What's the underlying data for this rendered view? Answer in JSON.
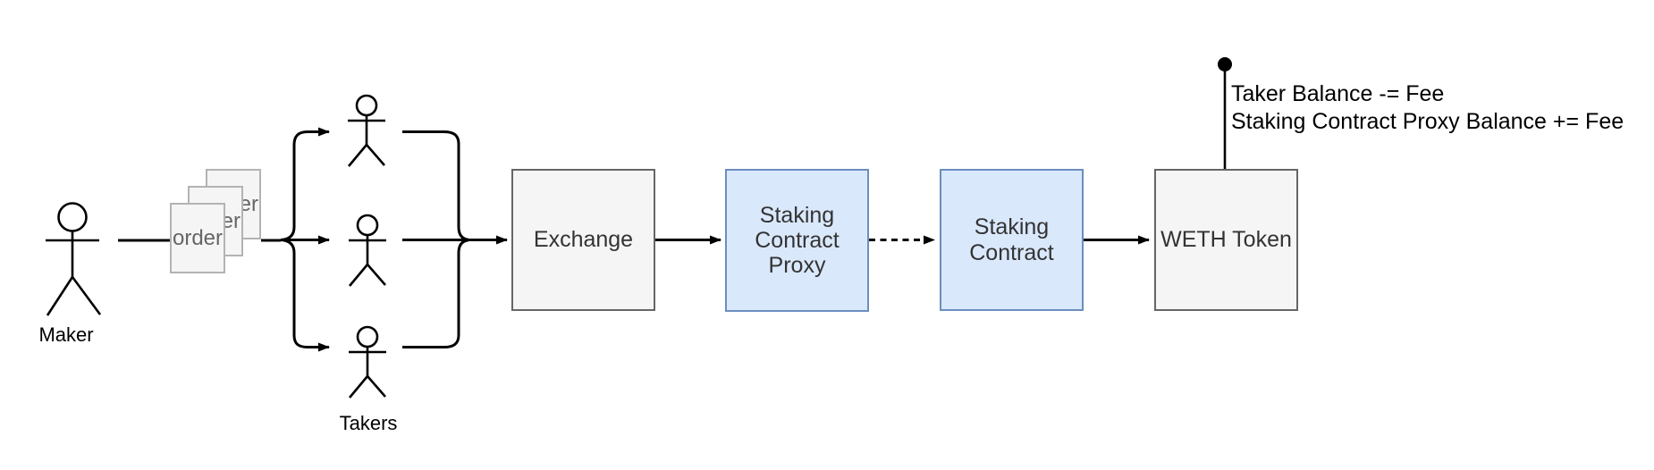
{
  "diagram": {
    "maker": {
      "label": "Maker"
    },
    "takers": {
      "label": "Takers"
    },
    "order_doc": {
      "label": "order"
    },
    "nodes": {
      "exchange": {
        "label": "Exchange"
      },
      "staking_contract_proxy": {
        "label": "Staking Contract Proxy"
      },
      "staking_contract": {
        "label": "Staking Contract"
      },
      "weth_token": {
        "label": "WETH Token"
      }
    },
    "annotation": {
      "line1": "Taker Balance -= Fee",
      "line2": "Staking Contract Proxy Balance += Fee"
    },
    "colors": {
      "gray_node_fill": "#f5f5f5",
      "gray_node_border": "#666666",
      "blue_node_fill": "#dae8fc",
      "blue_node_border": "#6c8ebf",
      "paper_border": "#b3b3b3",
      "paper_text": "#666666",
      "line": "#000000"
    }
  }
}
